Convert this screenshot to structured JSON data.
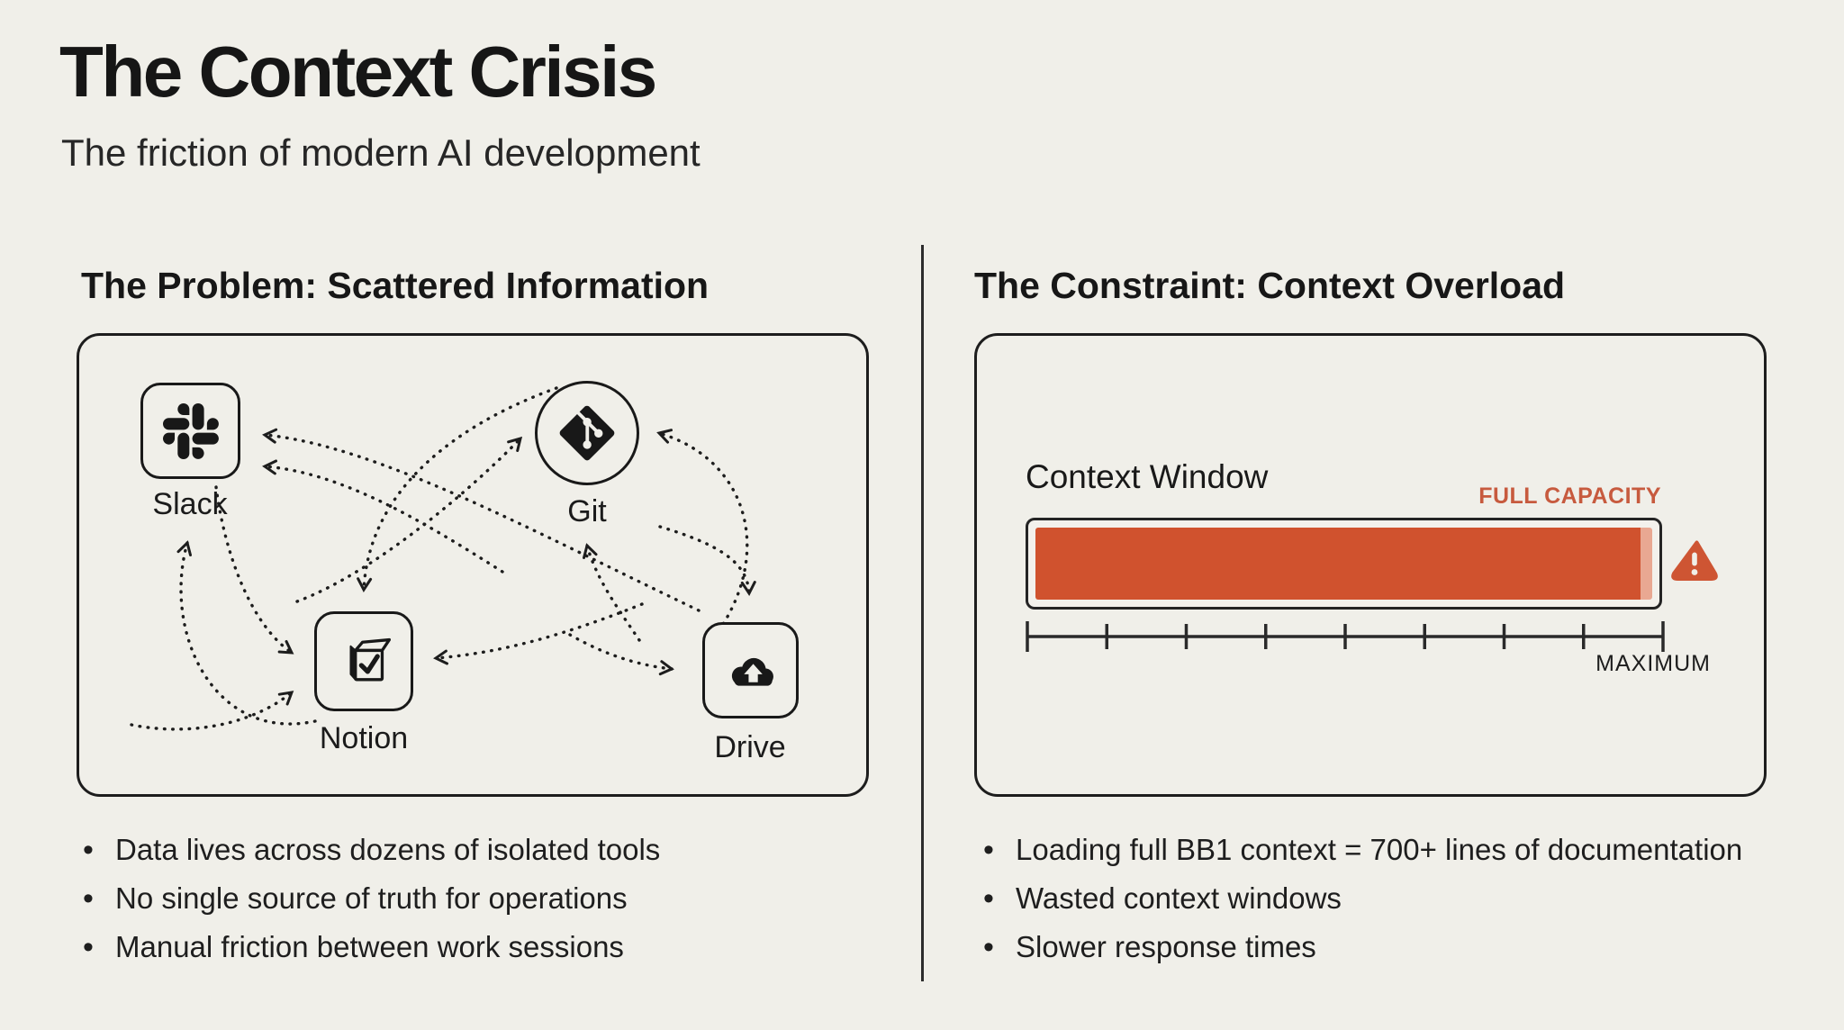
{
  "header": {
    "title": "The Context Crisis",
    "subtitle": "The friction of modern AI development"
  },
  "left_panel": {
    "heading": "The Problem: Scattered Information",
    "nodes": [
      {
        "label": "Slack",
        "icon": "slack-logo-icon"
      },
      {
        "label": "Git",
        "icon": "git-logo-icon"
      },
      {
        "label": "Notion",
        "icon": "notion-box-check-icon"
      },
      {
        "label": "Drive",
        "icon": "cloud-upload-icon"
      }
    ],
    "bullets": [
      "Data lives across dozens of isolated tools",
      "No single source of truth for operations",
      "Manual friction between work sessions"
    ]
  },
  "right_panel": {
    "heading": "The Constraint: Context Overload",
    "chart": {
      "label": "Context Window",
      "status_label": "FULL CAPACITY",
      "axis_max_label": "MAXIMUM",
      "fill_percent": 100,
      "tick_count": 9,
      "warning_icon": "warning-triangle-icon"
    },
    "bullets": [
      "Loading full BB1 context = 700+ lines of documentation",
      "Wasted context windows",
      "Slower response times"
    ]
  },
  "colors": {
    "background": "#f0efe9",
    "ink": "#1d1d1d",
    "bar_fill": "#d0522e",
    "bar_remainder": "#e9a892",
    "status_text": "#c75a3e"
  }
}
